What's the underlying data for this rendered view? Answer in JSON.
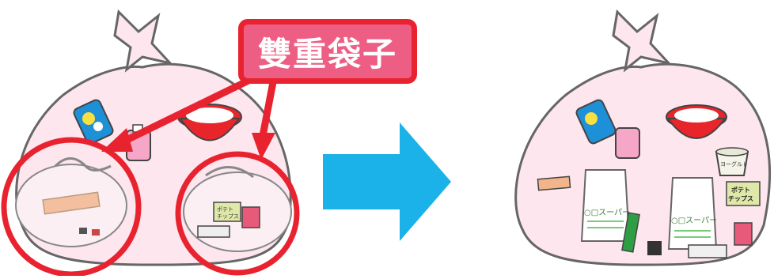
{
  "callout": {
    "label": "雙重袋子"
  },
  "colors": {
    "callout_fill": "#ee5e84",
    "callout_border": "#e8232f",
    "arrow": "#1ab2e8",
    "bag_fill": "#fde6ee",
    "outline": "#666666"
  },
  "labels": {
    "chips_line1": "ポテト",
    "chips_line2": "チップス",
    "yogurt": "ヨーグルト",
    "supermarket": "○□スーパー"
  },
  "icons": [
    "trash-bag-icon",
    "detergent-bottle-icon",
    "bowl-icon",
    "arrow-right-icon",
    "plastic-bag-icon",
    "potato-chips-icon",
    "egg-carton-icon",
    "yogurt-cup-icon",
    "toothpaste-icon"
  ]
}
